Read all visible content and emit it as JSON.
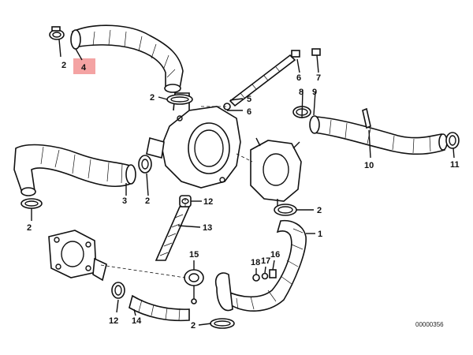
{
  "diagram": {
    "drawing_code": "00000356",
    "highlight_color": "#f4a3a3",
    "callouts": {
      "c2_top": "2",
      "c4": "4",
      "c2_mid": "2",
      "c5": "5",
      "c6_mid": "6",
      "c6_top": "6",
      "c7": "7",
      "c8": "8",
      "c9": "9",
      "c10": "10",
      "c11": "11",
      "c3": "3",
      "c2_left2": "2",
      "c2_left": "2",
      "c12_mid": "12",
      "c13": "13",
      "c2_right": "2",
      "c1": "1",
      "c15": "15",
      "c18": "18",
      "c17": "17",
      "c16": "16",
      "c12_bot": "12",
      "c14": "14",
      "c2_bot": "2"
    }
  }
}
